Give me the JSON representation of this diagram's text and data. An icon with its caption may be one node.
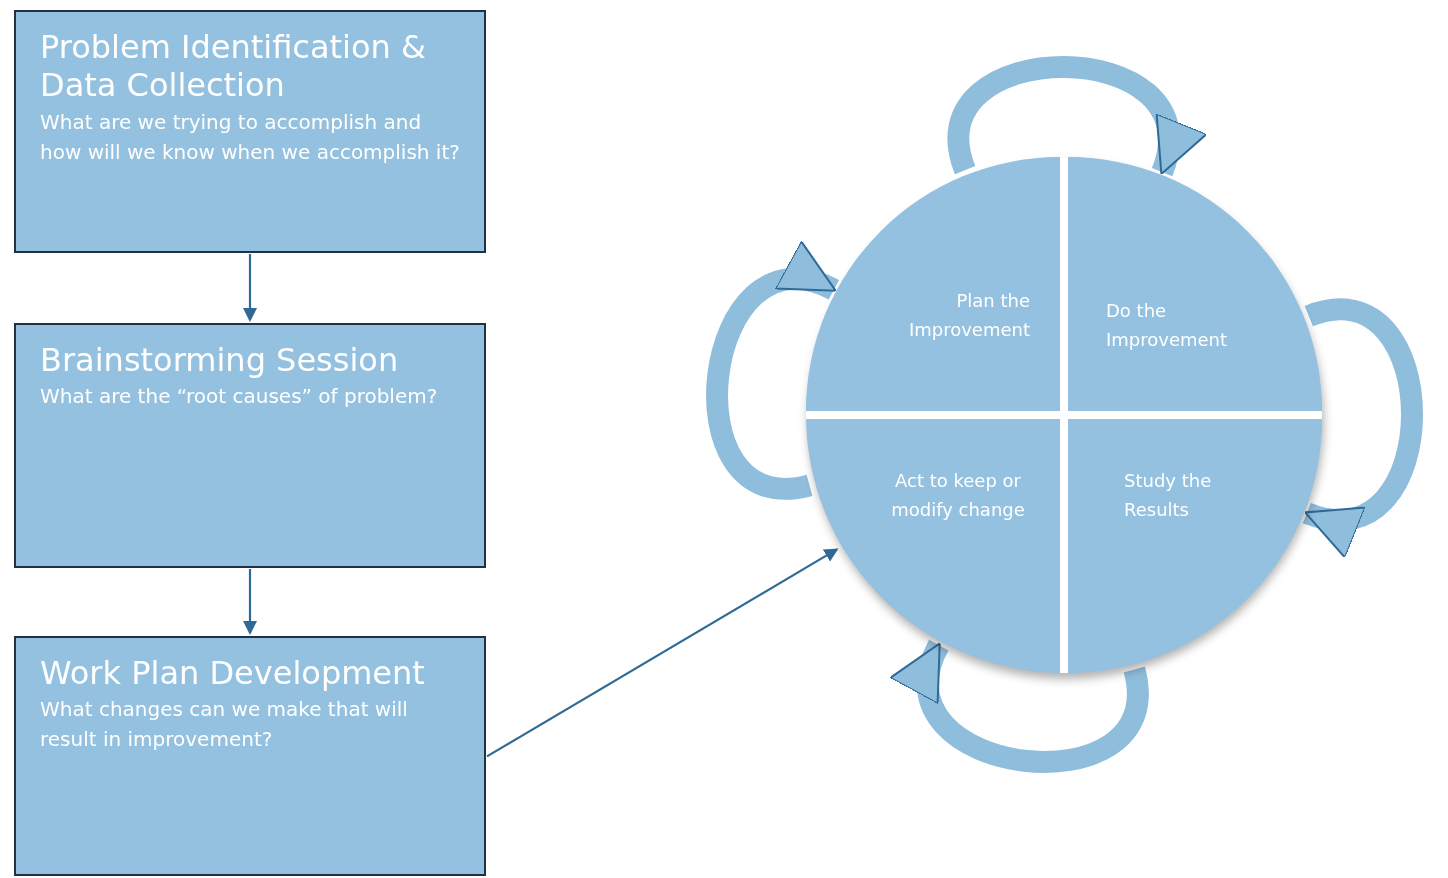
{
  "diagram": {
    "nodes": [
      {
        "text": [
          "Problem Identification & Data Collection",
          "What are we trying to accomplish and how will we know when we accomplish it?"
        ]
      },
      {
        "text": [
          "Brainstorming Session",
          "What are the “root causes” of problem?"
        ]
      },
      {
        "text": [
          "Work Plan Development",
          "What changes can we make that will result in improvement?"
        ]
      },
      {
        "text": [],
        "shape": "circle"
      },
      {
        "text": [
          "Plan the Improvement"
        ],
        "in": 3
      },
      {
        "text": [
          "Do the Improvement"
        ],
        "in": 3
      },
      {
        "text": [
          "Act to keep or modify change"
        ],
        "in": 3
      },
      {
        "text": [
          "Study the Results"
        ],
        "in": 3
      }
    ],
    "edges": [
      {
        "from": 0,
        "to": 1,
        "arrow": "to",
        "color": "#2f6a96"
      },
      {
        "from": 1,
        "to": 2,
        "arrow": "to",
        "color": "#2f6a96"
      },
      {
        "from": 2,
        "to": 3,
        "arrow": "to",
        "color": "#2f6a96"
      },
      {
        "from": 4,
        "to": 5,
        "arrow": "to"
      },
      {
        "from": 5,
        "to": 7,
        "arrow": "to"
      },
      {
        "from": 7,
        "to": 6,
        "arrow": "to"
      },
      {
        "from": 6,
        "to": 4,
        "arrow": "to"
      }
    ]
  }
}
